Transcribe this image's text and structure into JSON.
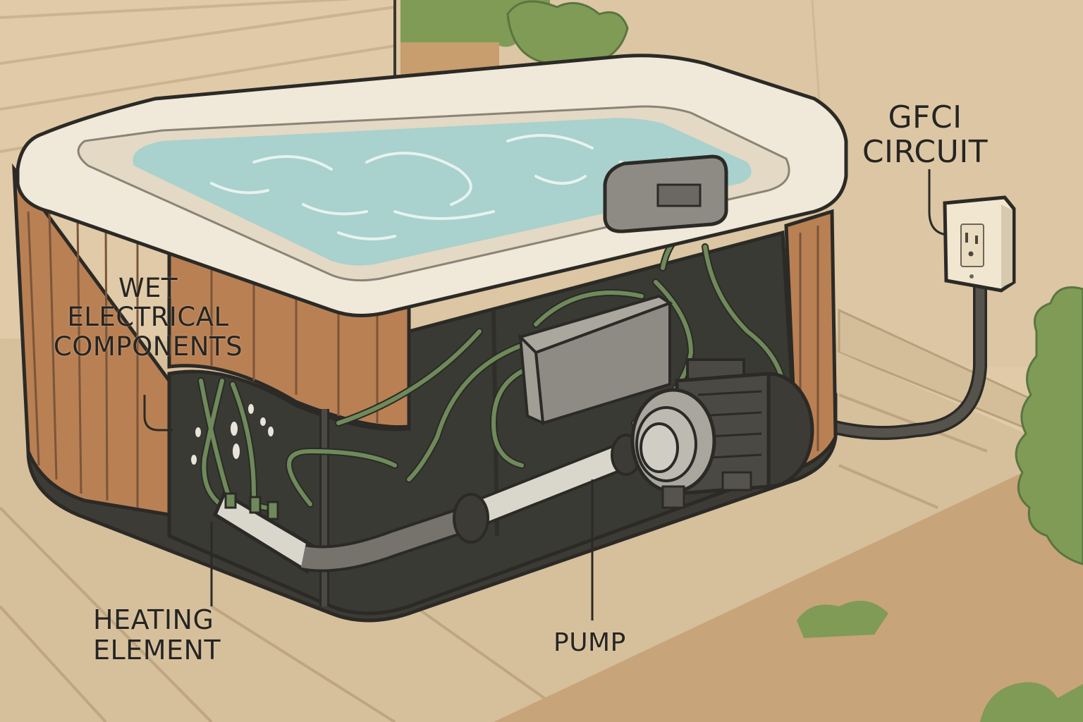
{
  "diagram": {
    "subject": "Hot tub with exposed electrical and plumbing components",
    "colors": {
      "wall": "#e2ccaa",
      "ground_path": "#d9c3a0",
      "dirt": "#c9a57c",
      "wood_panel": "#b98054",
      "shell": "#f0e8d8",
      "water": "#a9d1cd",
      "cabinet_interior": "#3a3a34",
      "wire_green": "#6f8a5a",
      "equipment_gray": "#8d8b84",
      "shrub": "#7f9b56",
      "outline": "#2b2a26"
    },
    "labels": {
      "gfci": [
        "GFCI",
        "CIRCUIT"
      ],
      "wet_electrical": [
        "WET",
        "ELECTRICAL",
        "COMPONENTS"
      ],
      "heating_element": [
        "HEATING",
        "ELEMENT"
      ],
      "pump": [
        "PUMP"
      ]
    },
    "components": [
      {
        "name": "GFCI outlet",
        "label_ref": "gfci"
      },
      {
        "name": "Control panel / topside display"
      },
      {
        "name": "Control box"
      },
      {
        "name": "Wet wiring with water droplets",
        "label_ref": "wet_electrical"
      },
      {
        "name": "Heater tube",
        "label_ref": "heating_element"
      },
      {
        "name": "Pump and motor",
        "label_ref": "pump"
      },
      {
        "name": "Power cable from outlet to tub"
      }
    ]
  }
}
